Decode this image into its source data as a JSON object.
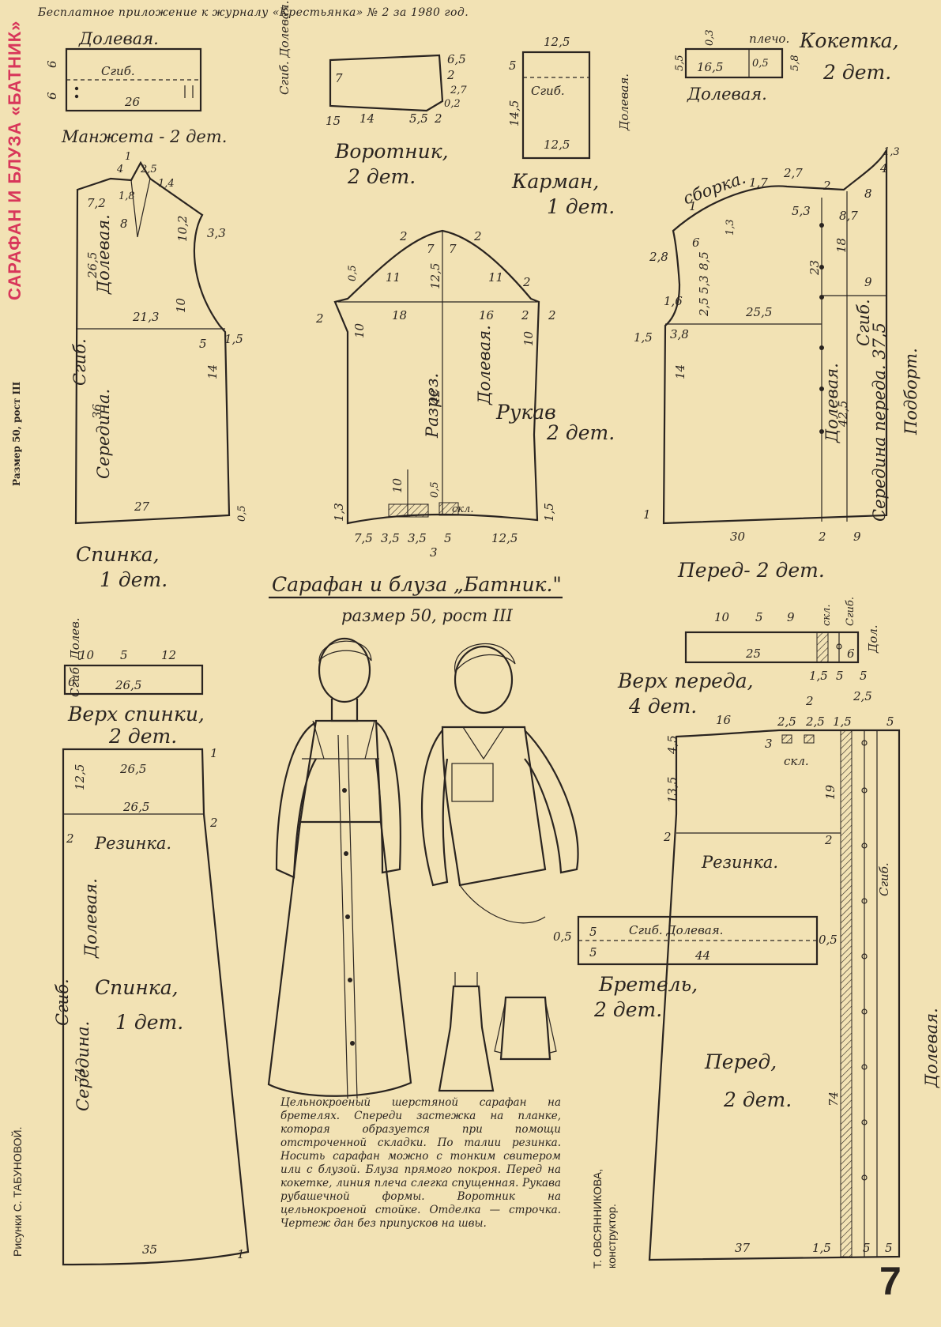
{
  "header": {
    "supplement_line": "Бесплатное приложение к журналу «Крестьянка» № 2 за 1980 год.",
    "side_title": "САРАФАН И БЛУЗА «БАТНИК»",
    "side_size": "Размер 50, рост III",
    "page_number": "7"
  },
  "main": {
    "title": "Сарафан и блуза „Батник.\"",
    "size": "размер 50, рост III"
  },
  "credits": {
    "drawings": "Рисунки С. ТАБУНОВОЙ.",
    "constructor_name": "Т. ОВСЯННИКОВА,",
    "constructor_role": "конструктор."
  },
  "description": "Цельнокроеный шерстяной сарафан на бретелях. Спереди застежка на планке, которая образуется при помощи отстроченной складки. По талии резинка. Носить сарафан можно с тонким свитером или с блузой. Блуза прямого покроя. Перед на кокетке, линия плеча слегка спущенная. Рукава рубашечной формы. Воротник на цельнокроеной стойке. Отделка — строчка. Чертеж дан без припусков на швы.",
  "pieces": {
    "cuff": {
      "name": "Манжета - 2 дет.",
      "grain": "Долевая.",
      "fold": "Сгиб.",
      "width": "26",
      "h1": "6",
      "h2": "6"
    },
    "collar": {
      "name1": "Воротник,",
      "name2": "2 дет.",
      "side": "Сгиб. Долевая.",
      "d1": "7",
      "d2": "15",
      "d3": "14",
      "d4": "5,5",
      "d5": "2",
      "d6": "6,5",
      "d7": "2",
      "d8": "0,2",
      "d9": "2,7"
    },
    "pocket": {
      "name1": "Карман,",
      "name2": "1 дет.",
      "grain": "Долевая.",
      "fold": "Сгиб.",
      "top": "12,5",
      "bottom": "12,5",
      "h1": "5",
      "h2": "14,5"
    },
    "yoke": {
      "name1": "Кокетка,",
      "name2": "2 дет.",
      "shoulder": "плечо.",
      "grain": "Долевая.",
      "d1": "0,3",
      "d2": "5,5",
      "d3": "16,5",
      "d4": "0,5",
      "d5": "5,8"
    },
    "blouse_back": {
      "name1": "Спинка,",
      "name2": "1 дет.",
      "grain": "Долевая.",
      "fold": "Сгиб.",
      "center": "Середина.",
      "d1": "1",
      "d2": "4",
      "d3": "2,5",
      "d4": "7,2",
      "d5": "1,8",
      "d6": "1,4",
      "d7": "8",
      "d8": "3,3",
      "d9": "10,2",
      "d10": "26,5",
      "d11": "21,3",
      "d12": "10",
      "d13": "5",
      "d14": "1,5",
      "d15": "14",
      "d16": "36",
      "d17": "27",
      "d18": "0,5"
    },
    "sleeve": {
      "name1": "Рукав",
      "name2": "2 дет.",
      "grain": "Долевая.",
      "slit": "Разрез.",
      "pleat": "скл.",
      "d1": "2",
      "d2": "7",
      "d3": "7",
      "d4": "2",
      "d5": "0,5",
      "d6": "11",
      "d7": "12,5",
      "d8": "11",
      "d9": "2",
      "d10": "2",
      "d11": "18",
      "d12": "16",
      "d13": "2",
      "d14": "2",
      "d15": "10",
      "d16": "10",
      "d17": "42",
      "d18": "10",
      "d19": "0,5",
      "d20": "1,3",
      "d21": "1,5",
      "b1": "7,5",
      "b2": "3,5",
      "b3": "3,5",
      "b4": "5",
      "b5": "12,5",
      "b6": "3"
    },
    "blouse_front": {
      "name": "Перед- 2 дет.",
      "gather": "сборка.",
      "grain": "Долевая.",
      "center": "Середина переда. 37,5",
      "fold": "Сгиб.",
      "facing": "Подборт.",
      "d1": "1,3",
      "d2": "4",
      "d3": "2,7",
      "d4": "2",
      "d5": "1,7",
      "d6": "5,3",
      "d7": "8,7",
      "d8": "8",
      "d9": "1",
      "d10": "1,3",
      "d11": "6",
      "d12": "2,8",
      "d13": "8,5",
      "d14": "5,3",
      "d15": "2,5",
      "d16": "23",
      "d17": "18",
      "d18": "9",
      "d19": "1,6",
      "d20": "25,5",
      "d21": "1,5",
      "d22": "3,8",
      "d23": "14",
      "d24": "42,5",
      "d25": "1",
      "d26": "30",
      "d27": "2",
      "d28": "9"
    },
    "upper_back": {
      "name1": "Верх спинки,",
      "name2": "2 дет.",
      "side": "Сгиб. Долев.",
      "d1": "10",
      "d2": "5",
      "d3": "12",
      "d4": "6",
      "d5": "26,5"
    },
    "dress_back": {
      "name1": "Спинка,",
      "name2": "1 дет.",
      "elastic": "Резинка.",
      "grain": "Долевая.",
      "fold": "Сгиб.",
      "center": "Середина.",
      "d1": "26,5",
      "d2": "12,5",
      "d3": "26,5",
      "d4": "1",
      "d5": "2",
      "d6": "2",
      "d7": "74",
      "d8": "35",
      "d9": "1"
    },
    "upper_front": {
      "name1": "Верх переда,",
      "name2": "4 дет.",
      "pleat": "скл.",
      "fold": "Сгиб.",
      "grain": "Дол.",
      "d1": "10",
      "d2": "5",
      "d3": "9",
      "d4": "25",
      "d5": "6",
      "d6": "1,5",
      "d7": "5",
      "d8": "5"
    },
    "strap": {
      "name1": "Бретель,",
      "name2": "2 дет.",
      "label": "Сгиб. Долевая.",
      "d1": "0,5",
      "d2": "5",
      "d3": "5",
      "d4": "44",
      "d5": "0,5"
    },
    "dress_front": {
      "name1": "Перед,",
      "name2": "2 дет.",
      "elastic": "Резинка.",
      "pleat": "скл.",
      "fold": "Сгиб.",
      "grain": "Долевая.",
      "d1": "16",
      "d2": "2",
      "d3": "2,5",
      "d4": "2,5",
      "d5": "1,5",
      "d6": "2,5",
      "d7": "5",
      "d8": "4,5",
      "d9": "3",
      "d10": "13,5",
      "d11": "19",
      "d12": "2",
      "d13": "2",
      "d14": "74",
      "d15": "37",
      "d16": "1,5",
      "d17": "5",
      "d18": "5"
    }
  }
}
